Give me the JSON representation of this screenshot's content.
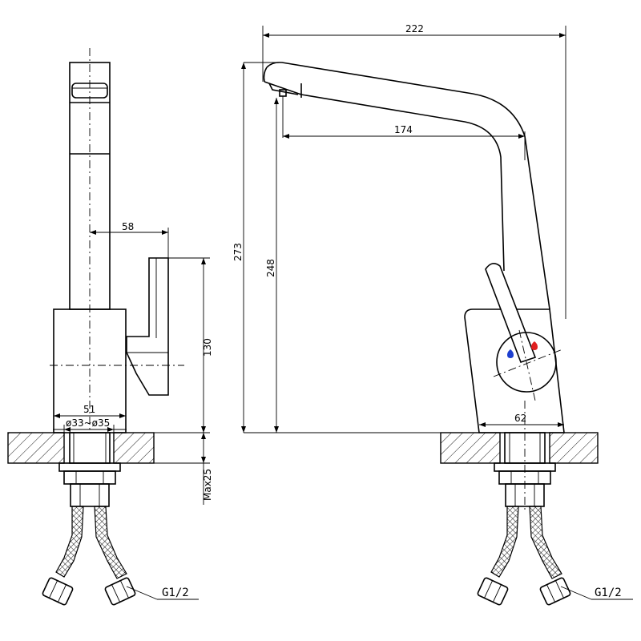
{
  "dimensions": {
    "overall_reach": "222",
    "spout_reach": "174",
    "overall_height": "273",
    "spout_height": "248",
    "handle_offset": "58",
    "body_height": "130",
    "body_width": "51",
    "hole_diameter": "ø33~ø35",
    "max_counter_thickness": "Max25",
    "base_width": "62"
  },
  "labels": {
    "thread_left": "G1/2",
    "thread_right": "G1/2"
  },
  "colors": {
    "hot_marker": "#e02020",
    "cold_marker": "#1e3fd0"
  }
}
